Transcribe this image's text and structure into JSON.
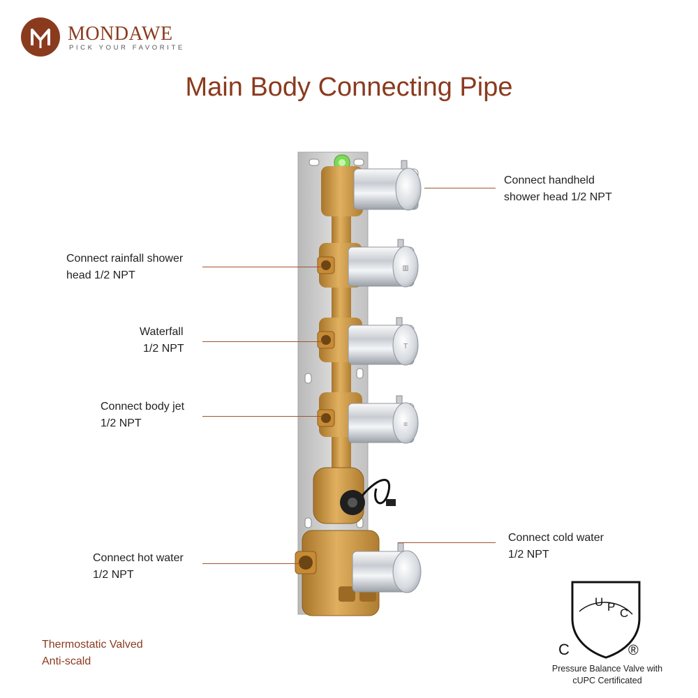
{
  "brand": {
    "name": "MONDAWE",
    "tagline": "PICK YOUR FAVORITE",
    "logo_color": "#8a3b1e"
  },
  "title": "Main Body Connecting Pipe",
  "colors": {
    "accent": "#8a3b1e",
    "leader_line": "#a0522d",
    "brass": "#c8963c",
    "chrome": "#dfe3e8",
    "plate": "#c9c9c9"
  },
  "callouts": {
    "handheld": {
      "line1": "Connect handheld",
      "line2": "shower head  1/2 NPT"
    },
    "rainfall": {
      "line1": "Connect rainfall shower",
      "line2": "head  1/2 NPT"
    },
    "waterfall": {
      "line1": "Waterfall",
      "line2": "1/2 NPT"
    },
    "body_jet": {
      "line1": "Connect body jet",
      "line2": "1/2 NPT"
    },
    "cold_water": {
      "line1": "Connect cold water",
      "line2": "1/2 NPT"
    },
    "hot_water": {
      "line1": "Connect hot water",
      "line2": "1/2 NPT"
    }
  },
  "notes": {
    "line1": "Thermostatic Valved",
    "line2": "Anti-scald"
  },
  "certification": {
    "mark_letters": "UPC",
    "c_letter": "C",
    "registered": "®",
    "caption_line1": "Pressure Balance Valve with",
    "caption_line2": "cUPC Certificated"
  }
}
